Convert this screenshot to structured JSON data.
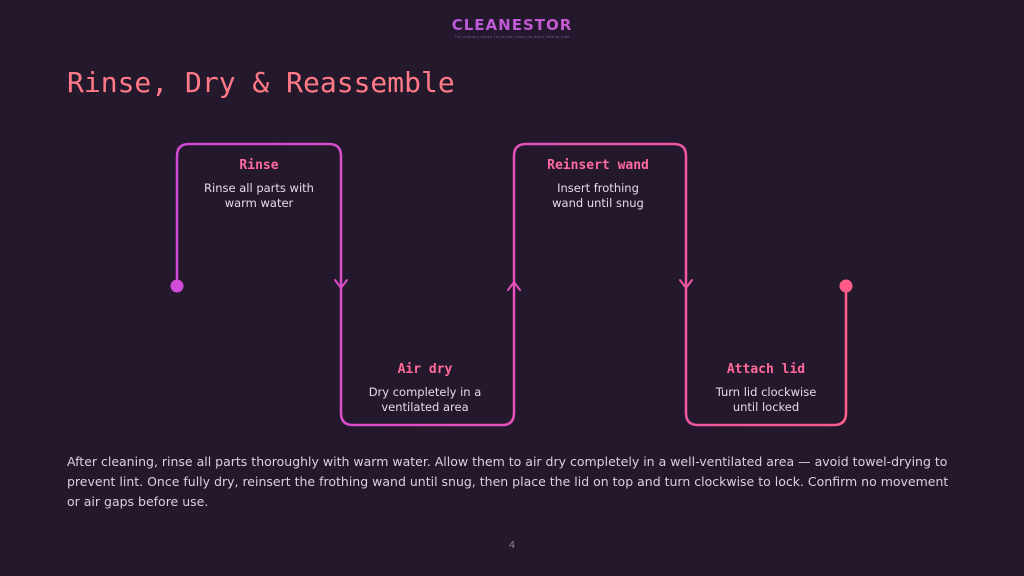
{
  "brand": {
    "name": "CLEANESTOR",
    "tagline": "The ordinary Seuse 2in-to-tire chess nor more flatting tobe"
  },
  "slide": {
    "title": "Rinse, Dry & Reassemble",
    "page_number": "4"
  },
  "steps": [
    {
      "title": "Rinse",
      "description_line1": "Rinse all parts with",
      "description_line2": "warm water",
      "color": "#ff6aa0"
    },
    {
      "title": "Air dry",
      "description_line1": "Dry completely in a",
      "description_line2": "ventilated area",
      "color": "#ff6a9a"
    },
    {
      "title": "Reinsert wand",
      "description_line1": "Insert frothing",
      "description_line2": "wand until snug",
      "color": "#ff6aa0"
    },
    {
      "title": "Attach lid",
      "description_line1": "Turn lid clockwise",
      "description_line2": "until locked",
      "color": "#ff6a9a"
    }
  ],
  "summary": "After cleaning, rinse all parts thoroughly with warm water. Allow them to air dry completely in a well-ventilated area — avoid towel-drying to prevent lint. Once fully dry, reinsert the frothing wand until snug, then place the lid on top and turn clockwise to lock. Confirm no movement or air gaps before use.",
  "colors": {
    "background": "#24182c",
    "title": "#ff7a86",
    "gradient_start": "#d14ad8",
    "gradient_end": "#ff5c8a"
  }
}
